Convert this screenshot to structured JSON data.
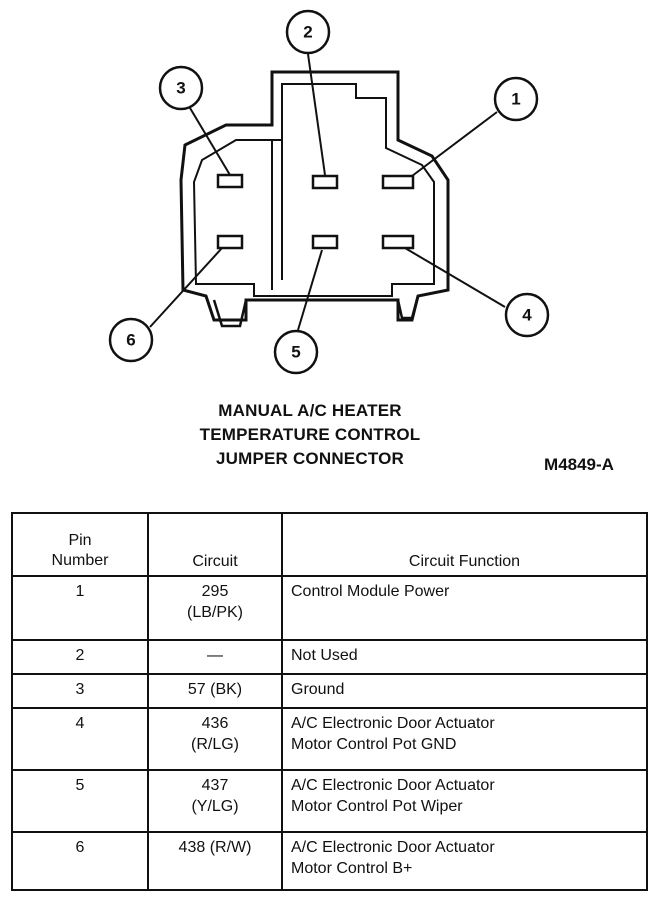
{
  "diagram": {
    "caption_lines": [
      "MANUAL A/C HEATER",
      "TEMPERATURE CONTROL",
      "JUMPER CONNECTOR"
    ],
    "figure_id": "M4849-A",
    "callouts": [
      "1",
      "2",
      "3",
      "4",
      "5",
      "6"
    ]
  },
  "table": {
    "headers": {
      "pin_line1": "Pin",
      "pin_line2": "Number",
      "circuit": "Circuit",
      "function": "Circuit Function"
    },
    "rows": [
      {
        "pin": "1",
        "circuit_line1": "295",
        "circuit_line2": "(LB/PK)",
        "function_line1": "Control Module Power",
        "function_line2": ""
      },
      {
        "pin": "2",
        "circuit_line1": "—",
        "circuit_line2": "",
        "function_line1": "Not Used",
        "function_line2": ""
      },
      {
        "pin": "3",
        "circuit_line1": "57 (BK)",
        "circuit_line2": "",
        "function_line1": "Ground",
        "function_line2": ""
      },
      {
        "pin": "4",
        "circuit_line1": "436",
        "circuit_line2": "(R/LG)",
        "function_line1": "A/C Electronic Door Actuator",
        "function_line2": "Motor Control Pot GND"
      },
      {
        "pin": "5",
        "circuit_line1": "437",
        "circuit_line2": "(Y/LG)",
        "function_line1": "A/C Electronic Door Actuator",
        "function_line2": "Motor Control Pot Wiper"
      },
      {
        "pin": "6",
        "circuit_line1": "438 (R/W)",
        "circuit_line2": "",
        "function_line1": "A/C Electronic Door Actuator",
        "function_line2": "Motor Control B+"
      }
    ]
  }
}
